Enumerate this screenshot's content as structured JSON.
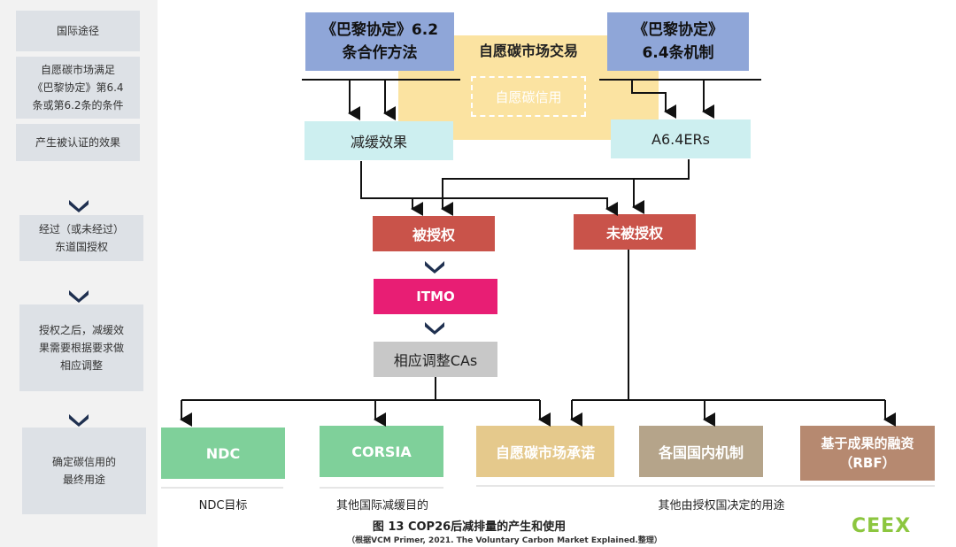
{
  "sidebar": {
    "steps": [
      "国际途径",
      "自愿碳市场满足\n《巴黎协定》第6.4\n条或第6.2条的条件",
      "产生被认证的效果",
      "经过（或未经过）\n东道国授权",
      "授权之后，减缓效\n果需要根据要求做\n相应调整",
      "确定碳信用的\n最终用途"
    ]
  },
  "diagram": {
    "article62": "《巴黎协定》6.2\n条合作方法",
    "article64": "《巴黎协定》\n6.4条机制",
    "vcm_title": "自愿碳市场交易",
    "vcm_credit": "自愿碳信用",
    "mitigation": "减缓效果",
    "a64ers": "A6.4ERs",
    "authorized": "被授权",
    "unauthorized": "未被授权",
    "itmo": "ITMO",
    "ca": "相应调整CAs",
    "uses": [
      "NDC",
      "CORSIA",
      "自愿碳市场承诺",
      "各国国内机制",
      "基于成果的融资\n（RBF）"
    ],
    "use_labels": [
      "NDC目标",
      "其他国际减缓目的",
      "其他由授权国决定的用途"
    ]
  },
  "caption": "图 13 COP26后减排量的产生和使用",
  "subcaption": "（根据VCM Primer, 2021. The Voluntary Carbon Market Explained.整理）",
  "logo": "CEEX",
  "colors": {
    "blue": "#8fa6d8",
    "cyan": "#cdeff0",
    "red": "#c9534a",
    "pink": "#e81e74",
    "gray": "#c8c8c8",
    "green": "#7fd09a",
    "tan": "#e5c98c",
    "khaki": "#b5a48a",
    "brown": "#b68970",
    "yellow": "#fbe3a1"
  }
}
